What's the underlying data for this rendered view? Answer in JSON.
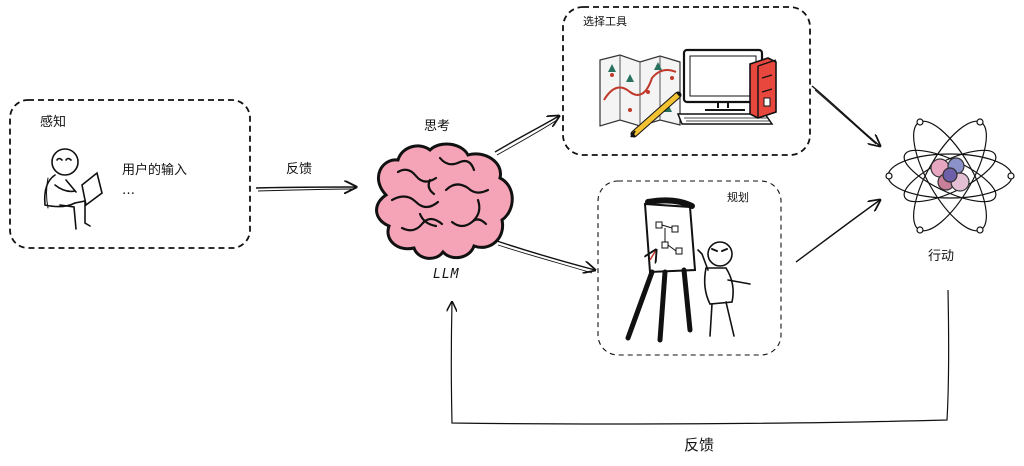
{
  "perception": {
    "title": "感知",
    "input_label": "用户的输入",
    "ellipsis": "…"
  },
  "feedback_top": "反馈",
  "thinking": {
    "title": "思考",
    "model": "LLM"
  },
  "tools": {
    "title": "选择工具"
  },
  "planning": {
    "title": "规划"
  },
  "action": {
    "title": "行动"
  },
  "feedback_bottom": "反馈"
}
